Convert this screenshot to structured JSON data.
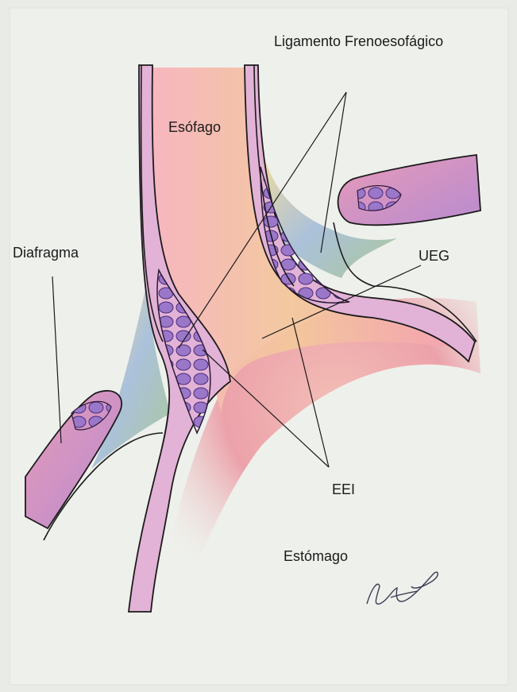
{
  "labels": {
    "ligamento": "Ligamento Frenoesofágico",
    "esofago": "Esófago",
    "diafragma": "Diafragma",
    "ueg": "UEG",
    "eei": "EEI",
    "estomago": "Estómago"
  },
  "signature": "artist-signature",
  "colors": {
    "paper": "#ecede8",
    "outline": "#1c1a1c",
    "wall": "#e3b6d4",
    "pink": "#f0a3b2",
    "red": "#ea6a76",
    "yellow": "#f1d98e",
    "muscle": "#7d55b3",
    "muscle_light": "#a48ad0",
    "blue": "#6f8ad8",
    "green": "#8fb07a"
  }
}
